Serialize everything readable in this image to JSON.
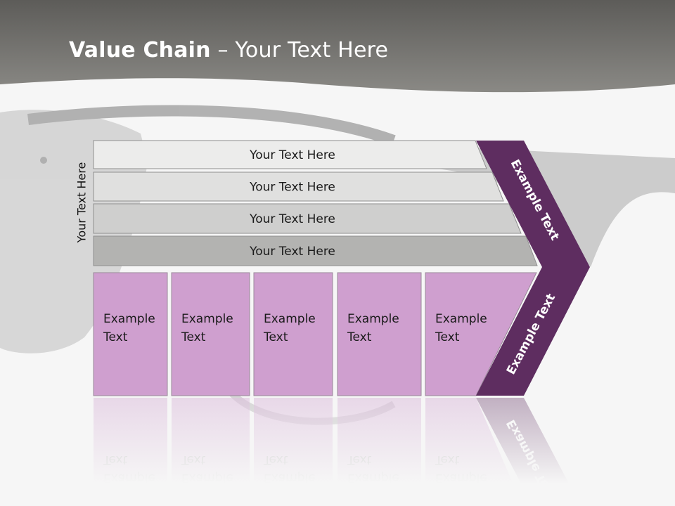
{
  "slide": {
    "title_bold": "Value Chain",
    "title_rest": " – Your Text Here",
    "side_label": "Your Text Here"
  },
  "support_rows": [
    {
      "label": "Your Text Here"
    },
    {
      "label": "Your Text Here"
    },
    {
      "label": "Your Text Here"
    },
    {
      "label": "Your Text Here"
    }
  ],
  "primary_cells": [
    {
      "line1": "Example",
      "line2": "Text"
    },
    {
      "line1": "Example",
      "line2": "Text"
    },
    {
      "line1": "Example",
      "line2": "Text"
    },
    {
      "line1": "Example",
      "line2": "Text"
    },
    {
      "line1": "Example",
      "line2": "Text"
    }
  ],
  "chevron": {
    "upper_label": "Example Text",
    "lower_label": "Example Text"
  },
  "colors": {
    "header": "#7d7c78",
    "purple_dark": "#5e2d60",
    "purple_light": "#cf9fcf",
    "row_fills": [
      "#ececeb",
      "#e0e0df",
      "#cfcfce",
      "#b3b3b1"
    ]
  }
}
